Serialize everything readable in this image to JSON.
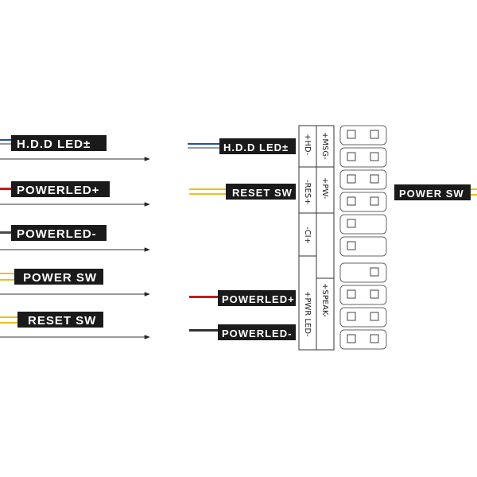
{
  "left_connectors": [
    {
      "label": "H.D.D LED±",
      "wires": [
        "#1e4fb3",
        "#9a9a9a"
      ]
    },
    {
      "label": "POWERLED+",
      "wires": [
        "#c61a1a"
      ]
    },
    {
      "label": "POWERLED-",
      "wires": [
        "#4a4a4a"
      ]
    },
    {
      "label": "POWER SW",
      "wires": [
        "#e8c21a",
        "#e8c21a"
      ]
    },
    {
      "label": "RESET SW",
      "wires": [
        "#e8c21a",
        "#e8c21a"
      ]
    }
  ],
  "center_connectors": [
    {
      "label": "H.D.D LED±",
      "wires": [
        "#1e4fb3",
        "#9a9a9a"
      ]
    },
    {
      "label": "RESET SW",
      "wires": [
        "#e8c21a",
        "#e8c21a"
      ]
    },
    {
      "label": "POWERLED+",
      "wires": [
        "#c61a1a"
      ]
    },
    {
      "label": "POWERLED-",
      "wires": [
        "#333333"
      ]
    }
  ],
  "right_connector": {
    "label": "POWER SW",
    "wires": [
      "#e8c21a",
      "#e8c21a"
    ]
  },
  "header_labels": {
    "col1": [
      "+HD-",
      "-RES+",
      "-CI+",
      "+PWR LED-"
    ],
    "col2": [
      "+MSG-",
      "+PW-",
      "+SPEAK-"
    ]
  },
  "pin_grid": {
    "rows": 10,
    "cols": 2
  }
}
